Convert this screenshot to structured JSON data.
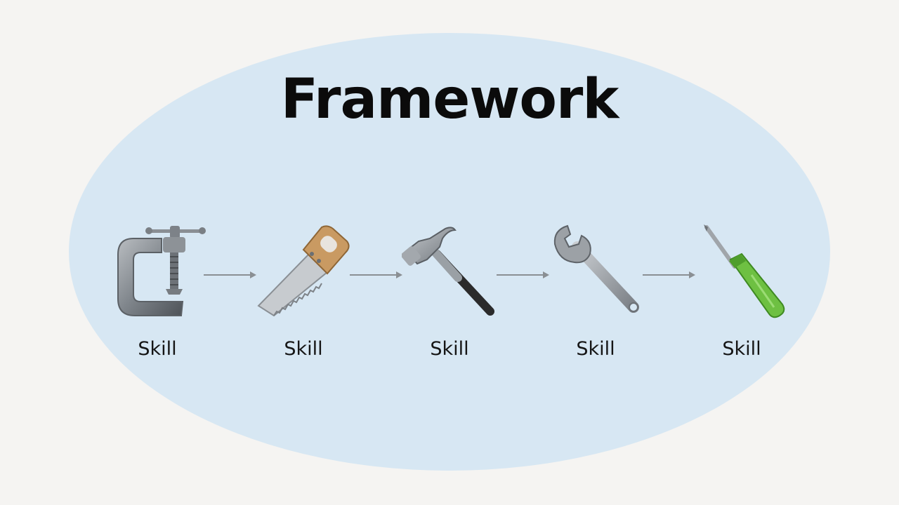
{
  "title": "Framework",
  "steps": [
    {
      "label": "Skill",
      "icon": "c-clamp-icon"
    },
    {
      "label": "Skill",
      "icon": "saw-icon"
    },
    {
      "label": "Skill",
      "icon": "hammer-icon"
    },
    {
      "label": "Skill",
      "icon": "wrench-icon"
    },
    {
      "label": "Skill",
      "icon": "screwdriver-icon"
    }
  ],
  "colors": {
    "background": "#f5f4f2",
    "ellipse": "#d7e7f3",
    "title": "#0b0b0b",
    "arrow": "#8a8f93",
    "screwdriver_handle": "#6ec042",
    "saw_handle": "#c99a62"
  }
}
